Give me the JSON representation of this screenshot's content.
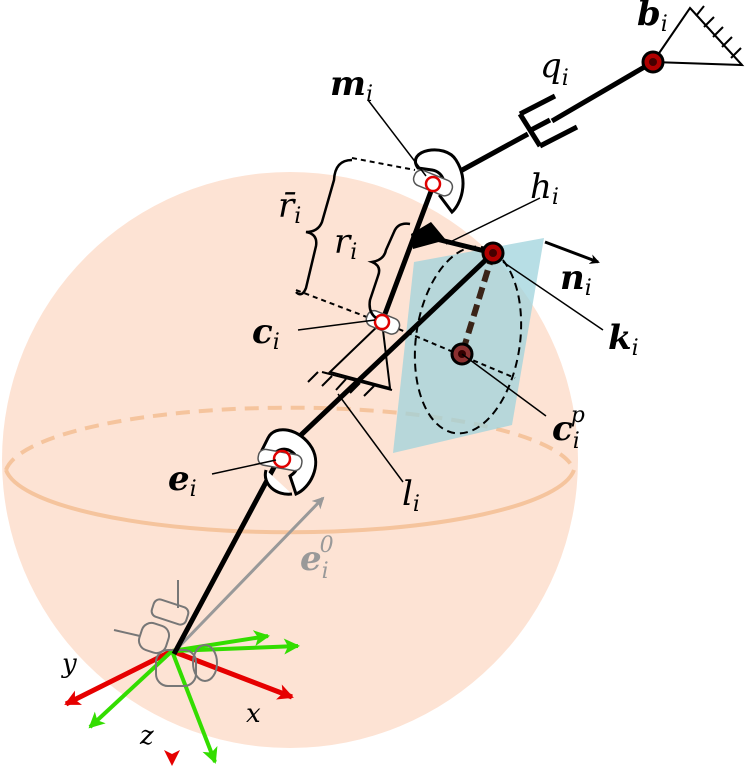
{
  "labels": {
    "b": {
      "main": "b",
      "sub": "i"
    },
    "q": {
      "main": "q",
      "sub": "i"
    },
    "m": {
      "main": "m",
      "sub": "i"
    },
    "h": {
      "main": "h",
      "sub": "i"
    },
    "rbar": {
      "main": "r̄",
      "sub": "i"
    },
    "r": {
      "main": "r",
      "sub": "i"
    },
    "n": {
      "main": "n",
      "sub": "i"
    },
    "k": {
      "main": "k",
      "sub": "i"
    },
    "c": {
      "main": "c",
      "sub": "i"
    },
    "cp": {
      "main": "c",
      "sub": "i",
      "sup": "p"
    },
    "e": {
      "main": "e",
      "sub": "i"
    },
    "l": {
      "main": "l",
      "sub": "i"
    },
    "e0": {
      "main": "e",
      "sub": "i",
      "sup": "0"
    }
  },
  "axes": {
    "x": "x",
    "y": "y",
    "z": "z"
  },
  "colors": {
    "sphere": "#fde3d4",
    "sphere_equator": "#f5c49d",
    "plane": "#9fd3dc",
    "joint_ring": "#e00000",
    "axis_red": "#e60000",
    "axis_green": "#33dd00",
    "vector_gray": "#999999"
  }
}
